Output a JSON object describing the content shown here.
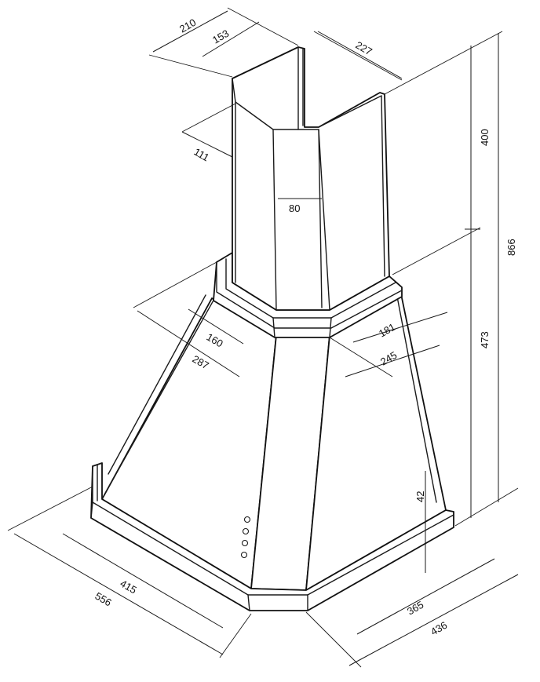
{
  "dimensions": {
    "chimney_width": "210",
    "chimney_inner_width": "153",
    "chimney_depth": "227",
    "chimney_side_offset": "111",
    "chimney_front_face": "80",
    "chimney_height": "400",
    "total_height": "866",
    "hood_height": "473",
    "collar_inner": "160",
    "collar_outer": "287",
    "collar_depth_inner": "181",
    "collar_depth_outer": "245",
    "base_rim_height": "42",
    "base_width_inner": "415",
    "base_width_outer": "556",
    "base_depth_inner": "365",
    "base_depth_outer": "436"
  }
}
